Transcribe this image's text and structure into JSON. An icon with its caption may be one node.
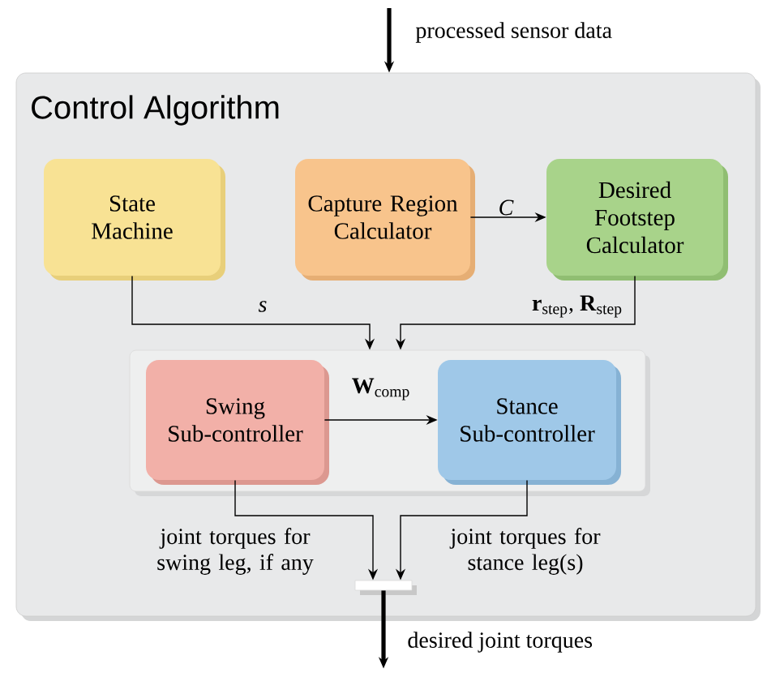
{
  "diagram": {
    "nodes": [
      {
        "text": [
          "Control Algorithm"
        ]
      },
      {
        "text": [
          "State Machine"
        ],
        "in": 0
      },
      {
        "text": [
          "Capture Region Calculator"
        ],
        "in": 0
      },
      {
        "text": [
          "Desired Footstep Calculator"
        ],
        "in": 0
      },
      {
        "text": [],
        "shape": "box",
        "in": 0
      },
      {
        "text": [
          "Swing Sub-controller"
        ],
        "in": 4
      },
      {
        "text": [
          "Stance Sub-controller"
        ],
        "in": 4
      },
      {
        "text": [],
        "shape": "bar",
        "in": 0
      }
    ],
    "edges": [
      {
        "from": null,
        "to": 0,
        "arrow": "to",
        "label": "processed sensor data",
        "style": "thick"
      },
      {
        "from": 2,
        "to": 3,
        "arrow": "to",
        "label": "C"
      },
      {
        "from": 1,
        "to": 4,
        "arrow": "to",
        "label": "s"
      },
      {
        "from": 3,
        "to": 4,
        "arrow": "to",
        "label": "**r**$_{step}$, **R**$_{step}$"
      },
      {
        "from": 5,
        "to": 6,
        "arrow": "to",
        "label": "**W**$_{comp}$"
      },
      {
        "from": 5,
        "to": 7,
        "arrow": "to",
        "label": "joint torques for swing leg, if any"
      },
      {
        "from": 6,
        "to": 7,
        "arrow": "to",
        "label": "joint torques for stance leg(s)"
      },
      {
        "from": 7,
        "to": null,
        "arrow": "to",
        "label": "desired joint torques",
        "style": "thick"
      }
    ]
  }
}
